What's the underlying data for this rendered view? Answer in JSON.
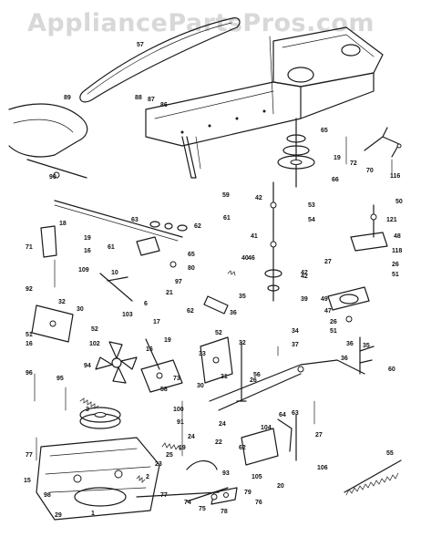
{
  "watermark": "AppliancePartsPros.com",
  "callouts": [
    "57",
    "89",
    "88",
    "87",
    "86",
    "90",
    "65",
    "19",
    "72",
    "70",
    "116",
    "66",
    "59",
    "42",
    "61",
    "41",
    "53",
    "54",
    "40",
    "42",
    "50",
    "121",
    "48",
    "63",
    "62",
    "18",
    "19",
    "16",
    "71",
    "109",
    "92",
    "61",
    "65",
    "80",
    "10",
    "21",
    "6",
    "97",
    "118",
    "26",
    "51",
    "27",
    "46",
    "42",
    "39",
    "49",
    "47",
    "26",
    "51",
    "35",
    "36",
    "62",
    "32",
    "30",
    "52",
    "51",
    "16",
    "103",
    "102",
    "94",
    "17",
    "19",
    "16",
    "73",
    "58",
    "34",
    "37",
    "52",
    "32",
    "33",
    "31",
    "30",
    "56",
    "36",
    "35",
    "36",
    "60",
    "96",
    "95",
    "3",
    "100",
    "91",
    "24",
    "19",
    "25",
    "22",
    "24",
    "26",
    "64",
    "104",
    "62",
    "63",
    "105",
    "106",
    "23",
    "27",
    "77",
    "15",
    "98",
    "29",
    "1",
    "2",
    "77",
    "93",
    "74",
    "75",
    "78",
    "79",
    "76",
    "20",
    "55"
  ]
}
